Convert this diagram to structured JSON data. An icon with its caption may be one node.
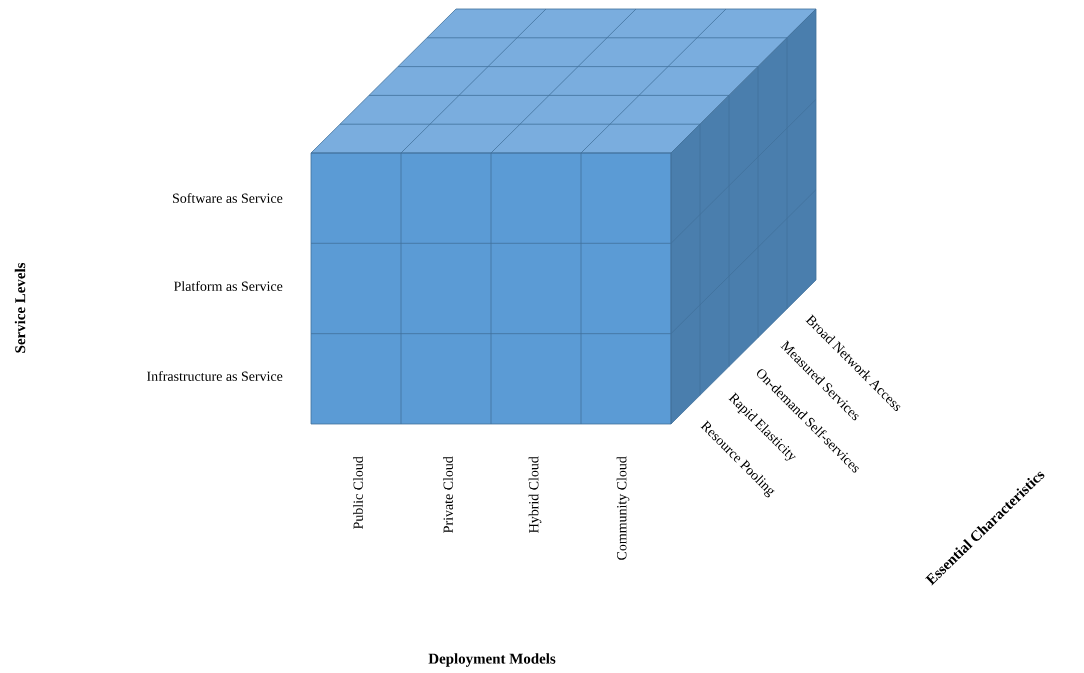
{
  "diagram": {
    "labels": [
      "Software as Service",
      "Platform as Service",
      "Infrastructure as Service",
      "Service Levels",
      "Public Cloud",
      "Private Cloud",
      "Hybrid Cloud",
      "Community Cloud",
      "Deployment Models",
      "Broad Network Access",
      "Measured Services",
      "On-demand Self-services",
      "Rapid Elasticity",
      "Resource Pooling",
      "Essential Characteristics"
    ]
  }
}
